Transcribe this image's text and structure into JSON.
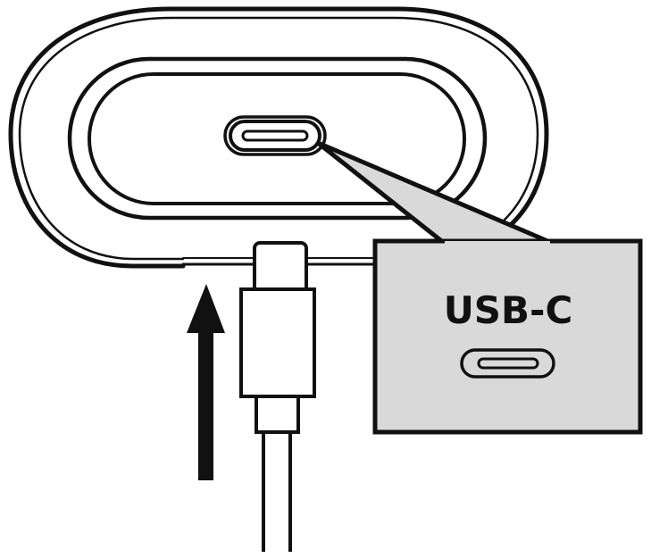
{
  "callout": {
    "label": "USB-C",
    "fill_color": "#d9d9d9"
  },
  "colors": {
    "stroke": "#111111",
    "background": "#ffffff",
    "arrow": "#111111"
  },
  "icons": {
    "case": "earbuds-charging-case",
    "port": "usb-c-port",
    "plug": "usb-c-cable-plug",
    "arrow": "insert-direction-arrow-up",
    "port_symbol": "usb-c-port-icon"
  }
}
